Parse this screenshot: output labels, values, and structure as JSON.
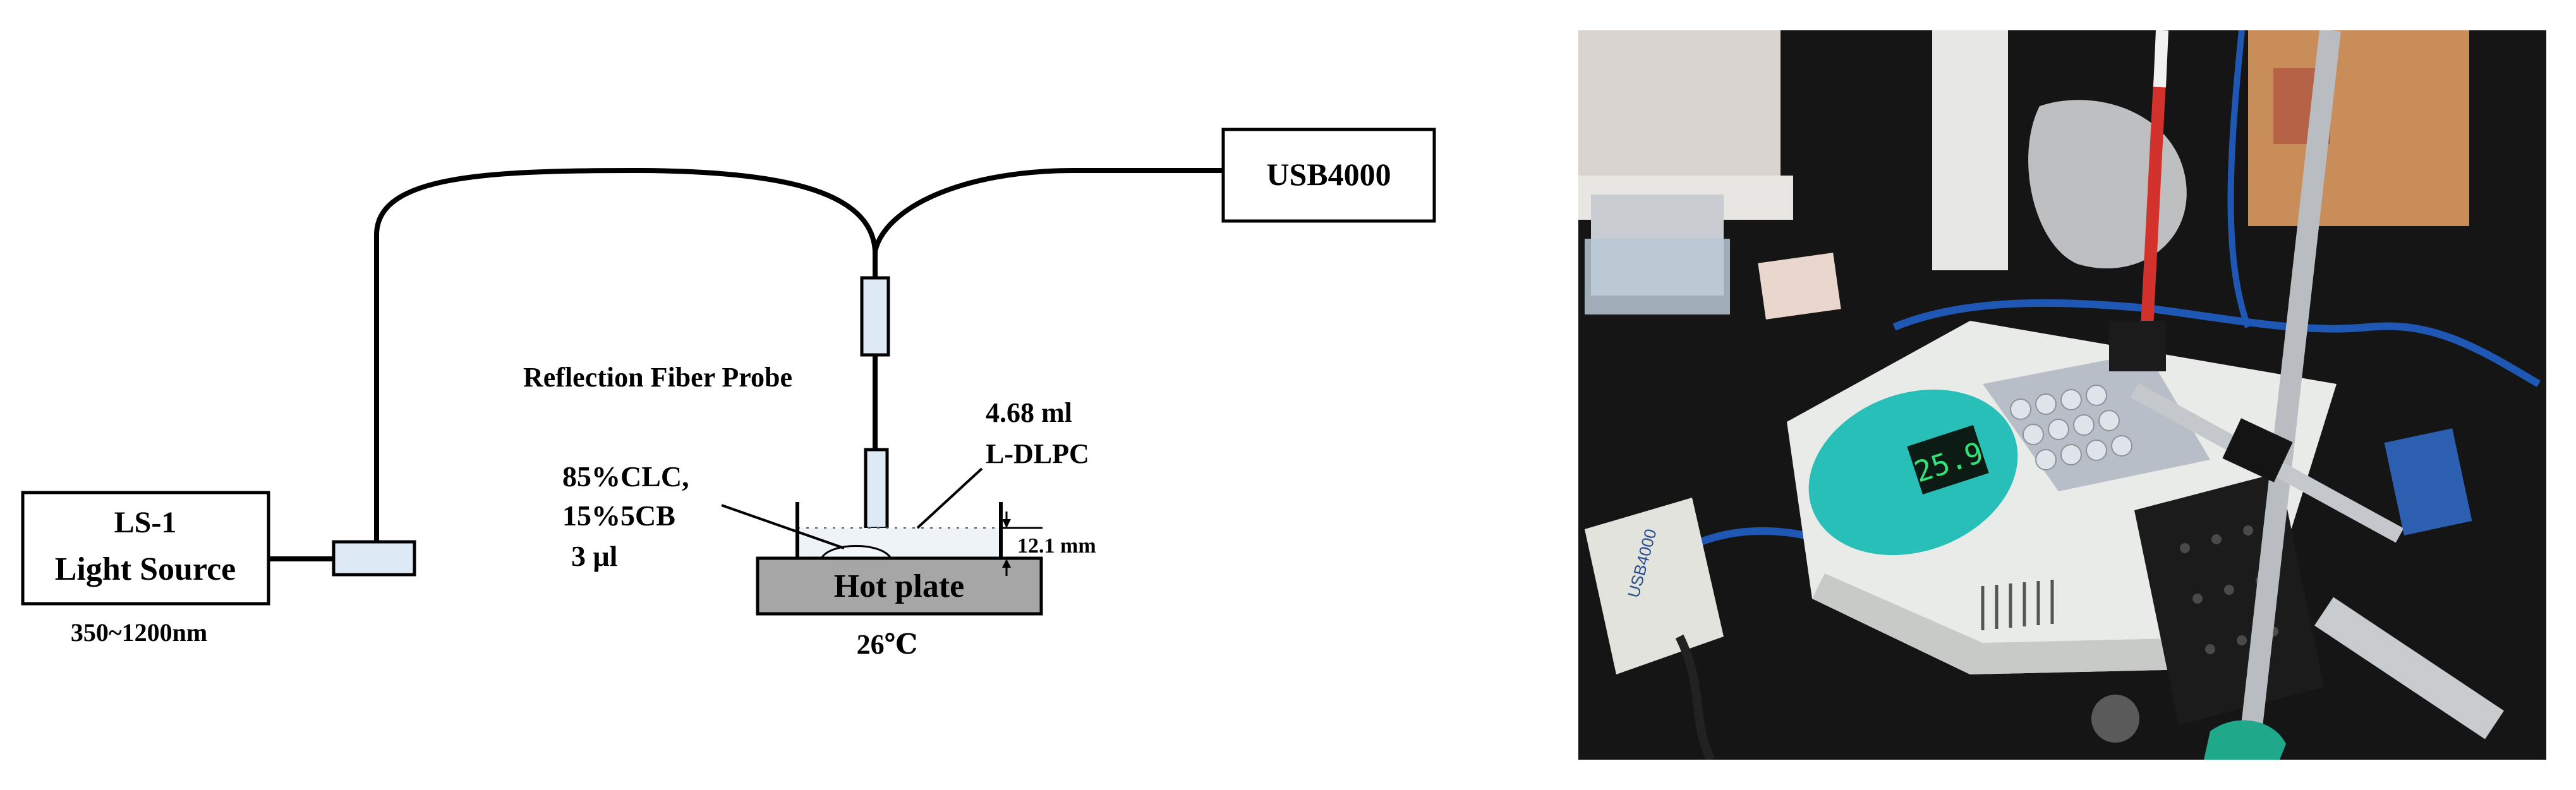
{
  "diagram": {
    "light_source": {
      "name": "LS-1",
      "subtitle": "Light Source",
      "range": "350~1200nm"
    },
    "spectrometer": "USB4000",
    "probe_label": "Reflection Fiber Probe",
    "solution": {
      "volume": "4.68 ml",
      "name": "L-DLPC"
    },
    "sample": {
      "line1": "85%CLC,",
      "line2": "15%5CB",
      "line3": "3 μl"
    },
    "depth": "12.1 mm",
    "hot_plate": "Hot plate",
    "temperature": "26℃"
  },
  "photo": {
    "display_reading": "25.9",
    "spectrometer_label": "USB4000",
    "colors": {
      "bench": "#151515",
      "hot_plate_body": "#e9ebe8",
      "control_panel": "#29bfb9",
      "display": "#0c1c15",
      "display_digits": "#2fe37a",
      "fiber_blue": "#1f57b5",
      "fiber_red": "#d3322c",
      "stage": "#1b1b1b",
      "rod": "#b9bcc0",
      "box": "#c98d5a"
    }
  }
}
